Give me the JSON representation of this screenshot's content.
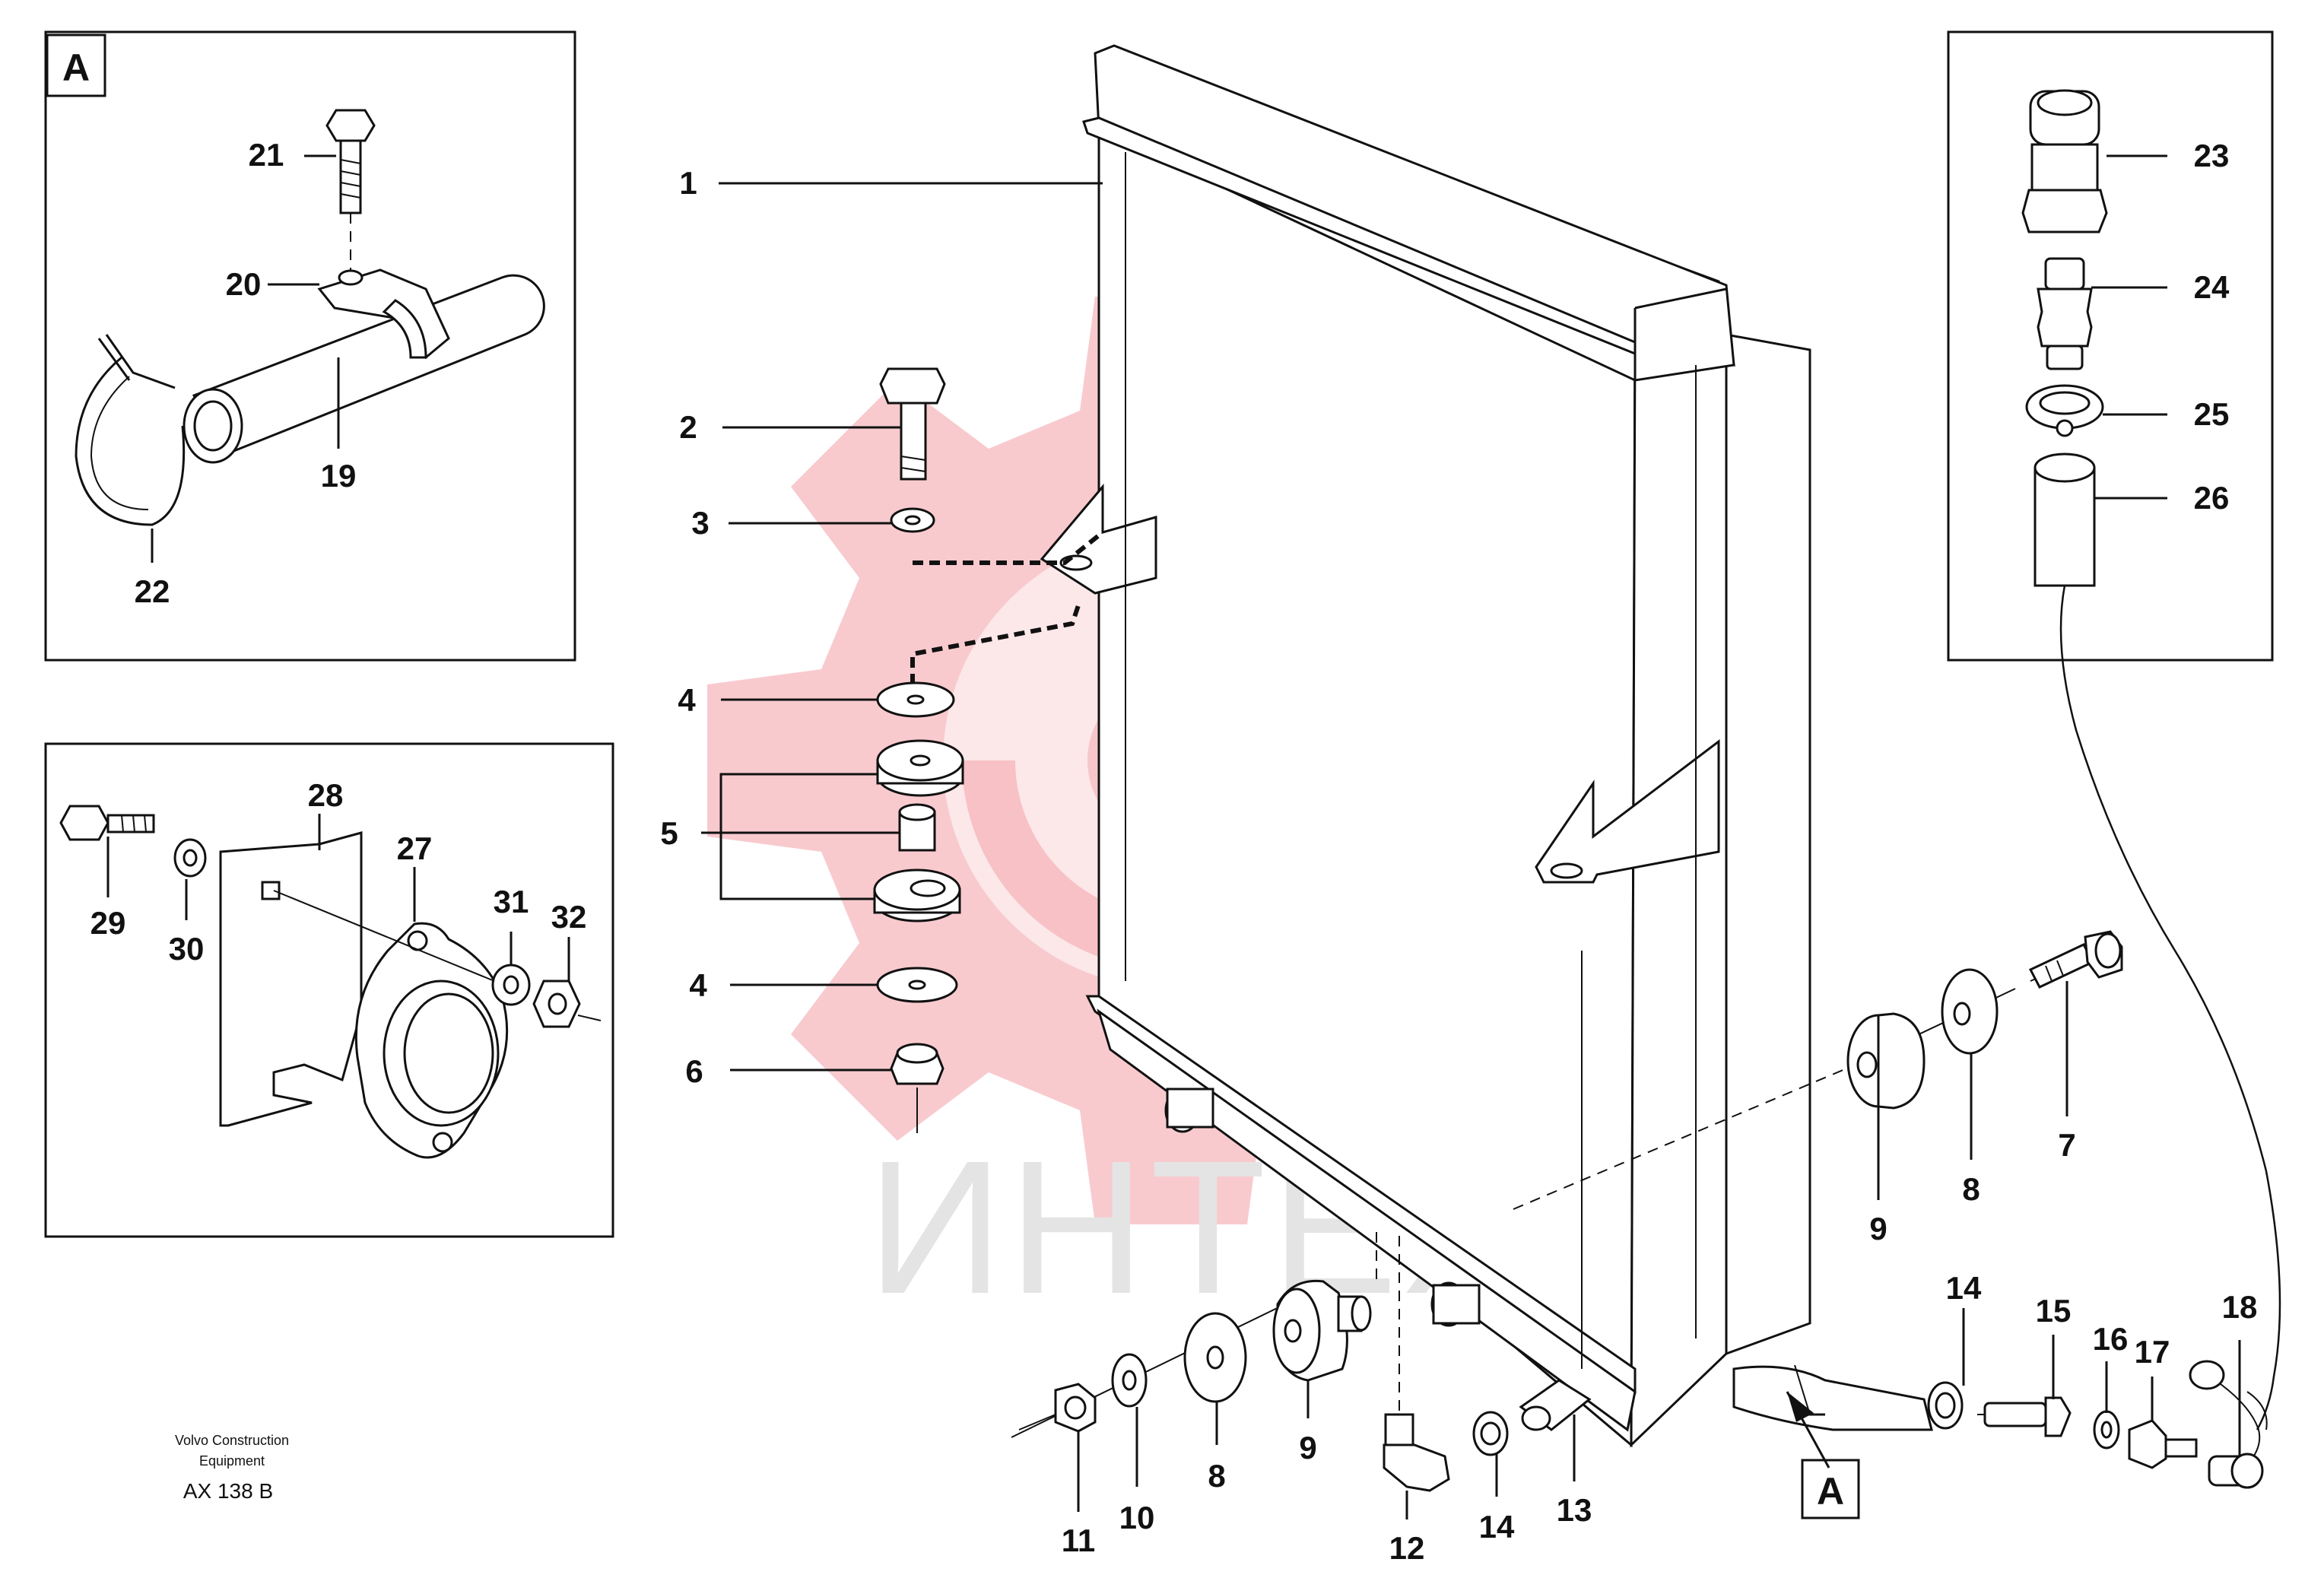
{
  "watermark": {
    "text": "ИНТЕХ",
    "gear_color": "#f5b8bd",
    "text_color": "#e4e4e4"
  },
  "detail_boxes": {
    "a": {
      "tag": "A"
    }
  },
  "pointer_tag": "A",
  "caption": {
    "line1": "Volvo Construction",
    "line2": "Equipment",
    "code": "AX 138 B"
  },
  "callouts": {
    "c1": "1",
    "c2": "2",
    "c3": "3",
    "c4a": "4",
    "c5": "5",
    "c4b": "4",
    "c6": "6",
    "c7": "7",
    "c8r": "8",
    "c9r": "9",
    "c11": "11",
    "c10": "10",
    "c8b": "8",
    "c9b": "9",
    "c12": "12",
    "c14b": "14",
    "c13": "13",
    "c14r": "14",
    "c15": "15",
    "c16": "16",
    "c17": "17",
    "c18": "18",
    "c19": "19",
    "c20": "20",
    "c21": "21",
    "c22": "22",
    "c23": "23",
    "c24": "24",
    "c25": "25",
    "c26": "26",
    "c27": "27",
    "c28": "28",
    "c29": "29",
    "c30": "30",
    "c31": "31",
    "c32": "32"
  }
}
